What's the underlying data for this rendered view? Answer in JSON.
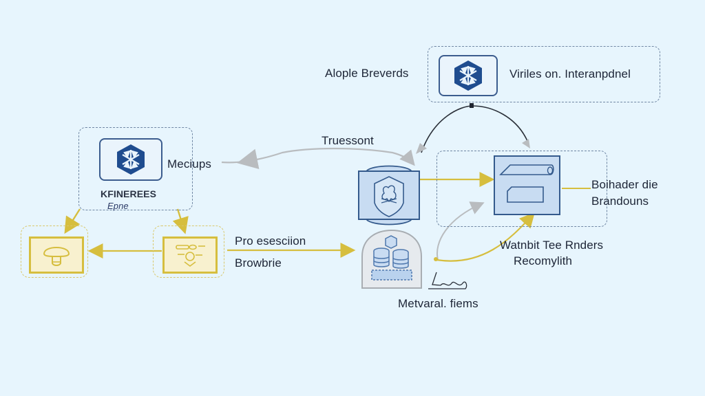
{
  "diagram": {
    "title_left": "Alople Breverds",
    "top_group": {
      "label": "Viriles on. Interanpdnel",
      "icon": "hexagon-network-icon"
    },
    "left_group": {
      "side_label": "Meciups",
      "caption_line1": "KFINEREES",
      "caption_line2": "Epne",
      "icon": "hexagon-network-icon"
    },
    "yellow_nodes": [
      {
        "name": "mushroom-node",
        "icon": "mushroom-icon"
      },
      {
        "name": "form-node",
        "icon": "form-person-icon"
      }
    ],
    "flow_labels": {
      "trust": "Truessont",
      "process_line1": "Pro esesciion",
      "process_line2": "Browbrie",
      "metrics": "Metvaral. fiems"
    },
    "center_nodes": {
      "shield": {
        "icon": "shield-icon"
      },
      "database": {
        "icon": "database-cluster-icon"
      }
    },
    "right_group": {
      "label_line1": "Boihader die",
      "label_line2": "Brandouns",
      "icon": "browser-window-icon"
    },
    "bottom_right_label": {
      "line1": "Watnbit Tee Rnders",
      "line2": "Recomylith"
    },
    "colors": {
      "background": "#e7f5fd",
      "navy": "#1f4c8f",
      "accent_yellow": "#d6be3e",
      "connector_gray": "#b9bcbf",
      "box_blue": "#c9dcf2"
    }
  }
}
